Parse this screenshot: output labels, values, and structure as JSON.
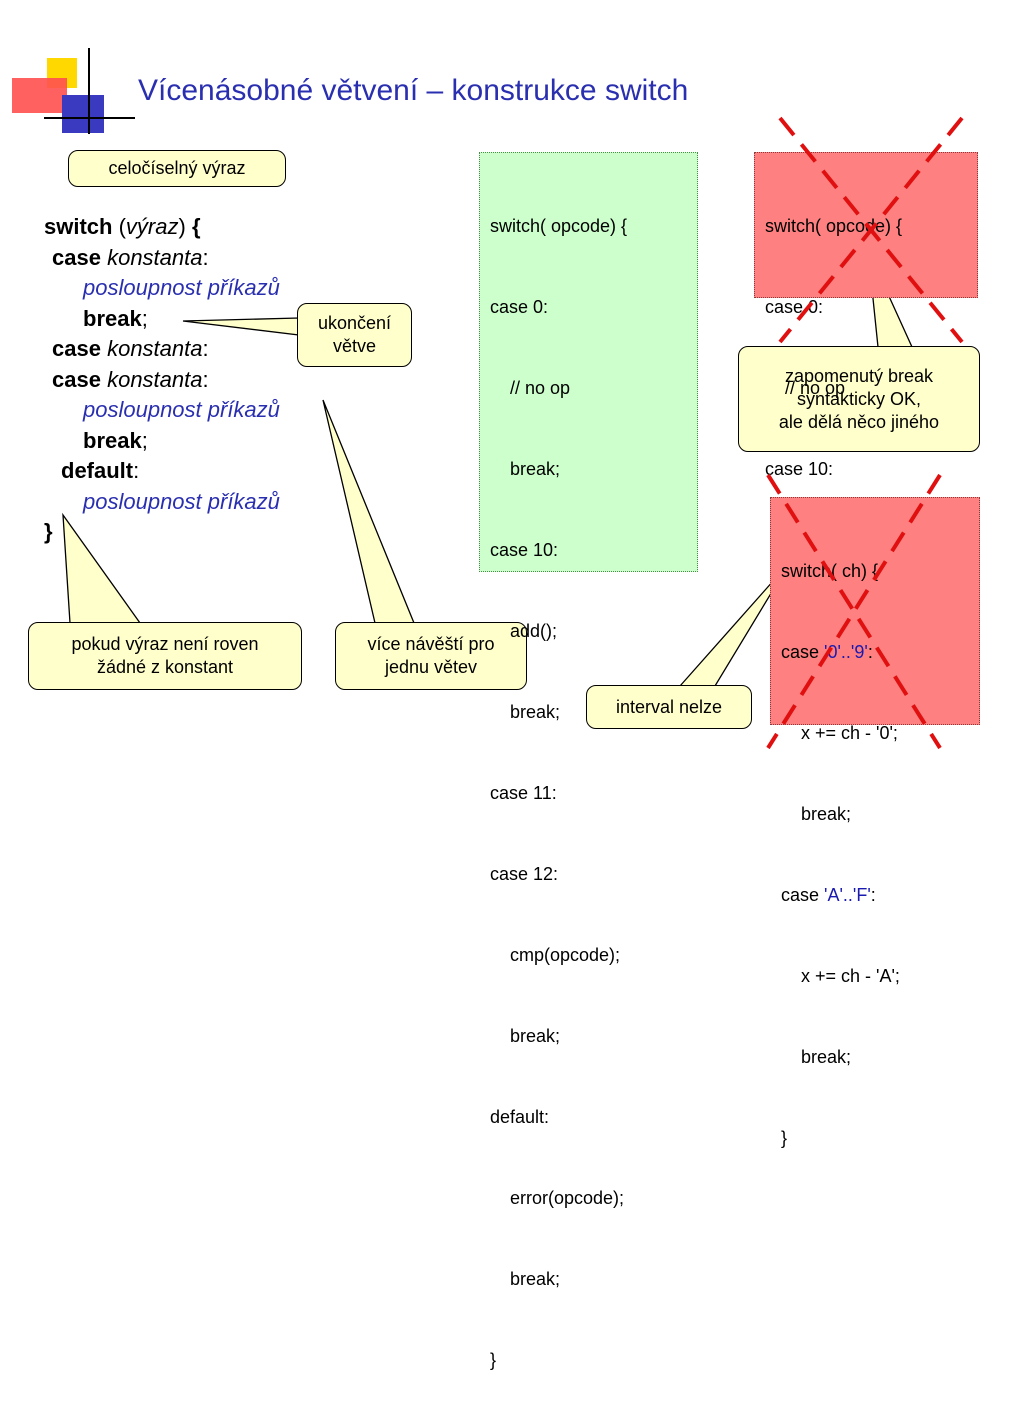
{
  "title": "Vícenásobné větvení – konstrukce switch",
  "colors": {
    "title": "#2a2fb0",
    "callout_bg": "#ffffcc",
    "green_box": "#ccffcc",
    "red_box": "#ff8080",
    "cross": "#e01010"
  },
  "syntax": {
    "l1_kw": "switch",
    "l1_open": " (",
    "l1_expr": "výraz",
    "l1_close": ") ",
    "l1_brace": "{",
    "l2_kw": "case",
    "l2_const": "konstanta",
    "l2_colon": ":",
    "l3_seq": "posloupnost příkazů",
    "l4_kw": "break",
    "l4_semi": ";",
    "l5_kw": "case",
    "l5_const": "konstanta",
    "l5_colon": ":",
    "l6_kw": "case",
    "l6_const": "konstanta",
    "l6_colon": ":",
    "l7_seq": "posloupnost příkazů",
    "l8_kw": "break",
    "l8_semi": ";",
    "l9_kw": "default",
    "l9_colon": ":",
    "l10_seq": "posloupnost příkazů",
    "l11_brace": "}"
  },
  "callouts": {
    "integer_expr": "celočíselný výraz",
    "branch_end_1": "ukončení",
    "branch_end_2": "větve",
    "no_match_1": "pokud výraz není roven",
    "no_match_2": "žádné z konstant",
    "multi_labels_1": "více návěští pro",
    "multi_labels_2": "jednu větev",
    "forgotten_break_1": "zapomenutý break",
    "forgotten_break_2": "syntakticky OK,",
    "forgotten_break_3": "ale dělá něco jiného",
    "no_interval": "interval nelze"
  },
  "green_code": [
    "switch( opcode) {",
    "case 0:",
    "    // no op",
    "    break;",
    "case 10:",
    "    add();",
    "    break;",
    "case 11:",
    "case 12:",
    "    cmp(opcode);",
    "    break;",
    "default:",
    "    error(opcode);",
    "    break;",
    "}"
  ],
  "red_code_1": [
    "switch( opcode) {",
    "case 0:",
    "    // no op",
    "case 10:",
    "    ..."
  ],
  "red_code_2": {
    "l1": "switch( ch) {",
    "l2_pre": "case ",
    "l2_range": "'0'..'9'",
    "l2_post": ":",
    "l3": "    x += ch - '0';",
    "l4": "    break;",
    "l5_pre": "case ",
    "l5_range": "'A'..'F'",
    "l5_post": ":",
    "l6": "    x += ch - 'A';",
    "l7": "    break;",
    "l8": "}"
  }
}
